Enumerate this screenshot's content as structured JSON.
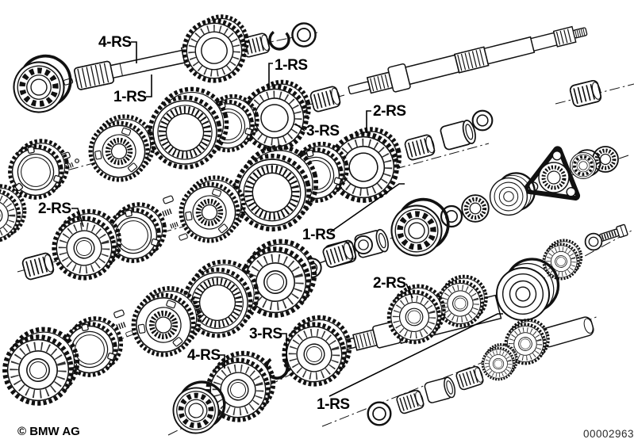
{
  "diagram": {
    "background": "#ffffff",
    "line_color": "#111111",
    "description": "Exploded view of gearbox gear set with repair-kit callouts",
    "part_labels": [
      {
        "id": "input-shaft-kit-4rs",
        "text": "4-RS"
      },
      {
        "id": "input-shaft-kit-1rs",
        "text": "1-RS"
      },
      {
        "id": "first-gear-kit-1rs",
        "text": "1-RS"
      },
      {
        "id": "synchro-ring-kit-3rs",
        "text": "3-RS"
      },
      {
        "id": "second-gear-kit-2rs",
        "text": "2-RS"
      },
      {
        "id": "second-cluster-kit-2rs",
        "text": "2-RS"
      },
      {
        "id": "mainshaft-kit-1rs",
        "text": "1-RS"
      },
      {
        "id": "countershaft-kit-2rs",
        "text": "2-RS"
      },
      {
        "id": "circlip-kit-3rs",
        "text": "3-RS"
      },
      {
        "id": "fourth-gear-kit-4rs",
        "text": "4-RS"
      },
      {
        "id": "idler-shaft-kit-1rs",
        "text": "1-RS"
      }
    ],
    "footer": {
      "copyright": "© BMW AG",
      "drawing_number": "00002963"
    }
  }
}
